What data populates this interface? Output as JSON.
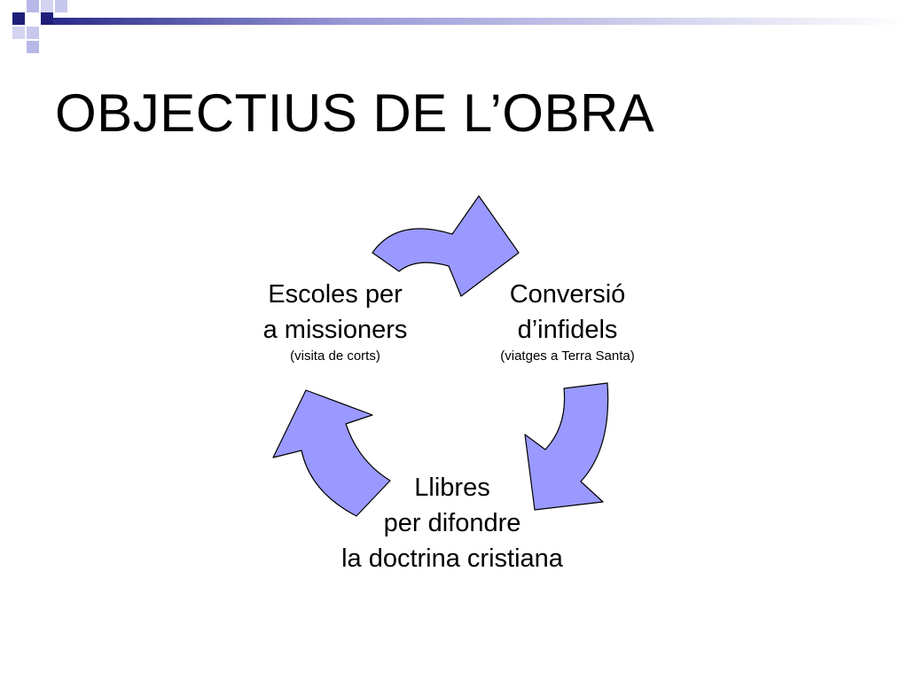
{
  "slide": {
    "title": "OBJECTIUS DE L’OBRA"
  },
  "diagram": {
    "type": "cycle",
    "arrow_fill": "#9999ff",
    "arrow_stroke": "#000000",
    "nodes": [
      {
        "id": "schools",
        "lines": [
          "Escoles per",
          "a missioners"
        ],
        "note": "(visita de corts)"
      },
      {
        "id": "conversion",
        "lines": [
          "Conversió",
          "d’infidels"
        ],
        "note": "(viatges a Terra Santa)"
      },
      {
        "id": "books",
        "lines": [
          "Llibres",
          "per difondre",
          "la doctrina cristiana"
        ],
        "note": ""
      }
    ]
  },
  "theme": {
    "deco_dark": "#1f1f7a",
    "deco_light": "#b8b8e8"
  }
}
